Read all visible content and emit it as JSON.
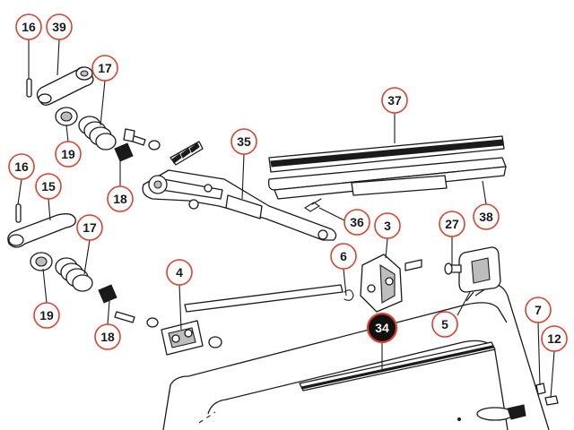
{
  "diagram": {
    "callout_style": {
      "ring_color": "#d9432f",
      "text_color": "#1a1a1a",
      "highlight_fill": "#111111",
      "highlight_text": "#ffffff"
    },
    "callouts": [
      {
        "id": "c16a",
        "label": "16"
      },
      {
        "id": "c39",
        "label": "39"
      },
      {
        "id": "c17a",
        "label": "17"
      },
      {
        "id": "c19a",
        "label": "19"
      },
      {
        "id": "c18a",
        "label": "18"
      },
      {
        "id": "c35",
        "label": "35"
      },
      {
        "id": "c37",
        "label": "37"
      },
      {
        "id": "c16b",
        "label": "16"
      },
      {
        "id": "c15",
        "label": "15"
      },
      {
        "id": "c17b",
        "label": "17"
      },
      {
        "id": "c36",
        "label": "36"
      },
      {
        "id": "c38",
        "label": "38"
      },
      {
        "id": "c3",
        "label": "3"
      },
      {
        "id": "c27",
        "label": "27"
      },
      {
        "id": "c6",
        "label": "6"
      },
      {
        "id": "c4",
        "label": "4"
      },
      {
        "id": "c19b",
        "label": "19"
      },
      {
        "id": "c18b",
        "label": "18"
      },
      {
        "id": "c34",
        "label": "34",
        "highlight": true
      },
      {
        "id": "c5",
        "label": "5"
      },
      {
        "id": "c7",
        "label": "7"
      },
      {
        "id": "c12",
        "label": "12"
      }
    ]
  }
}
